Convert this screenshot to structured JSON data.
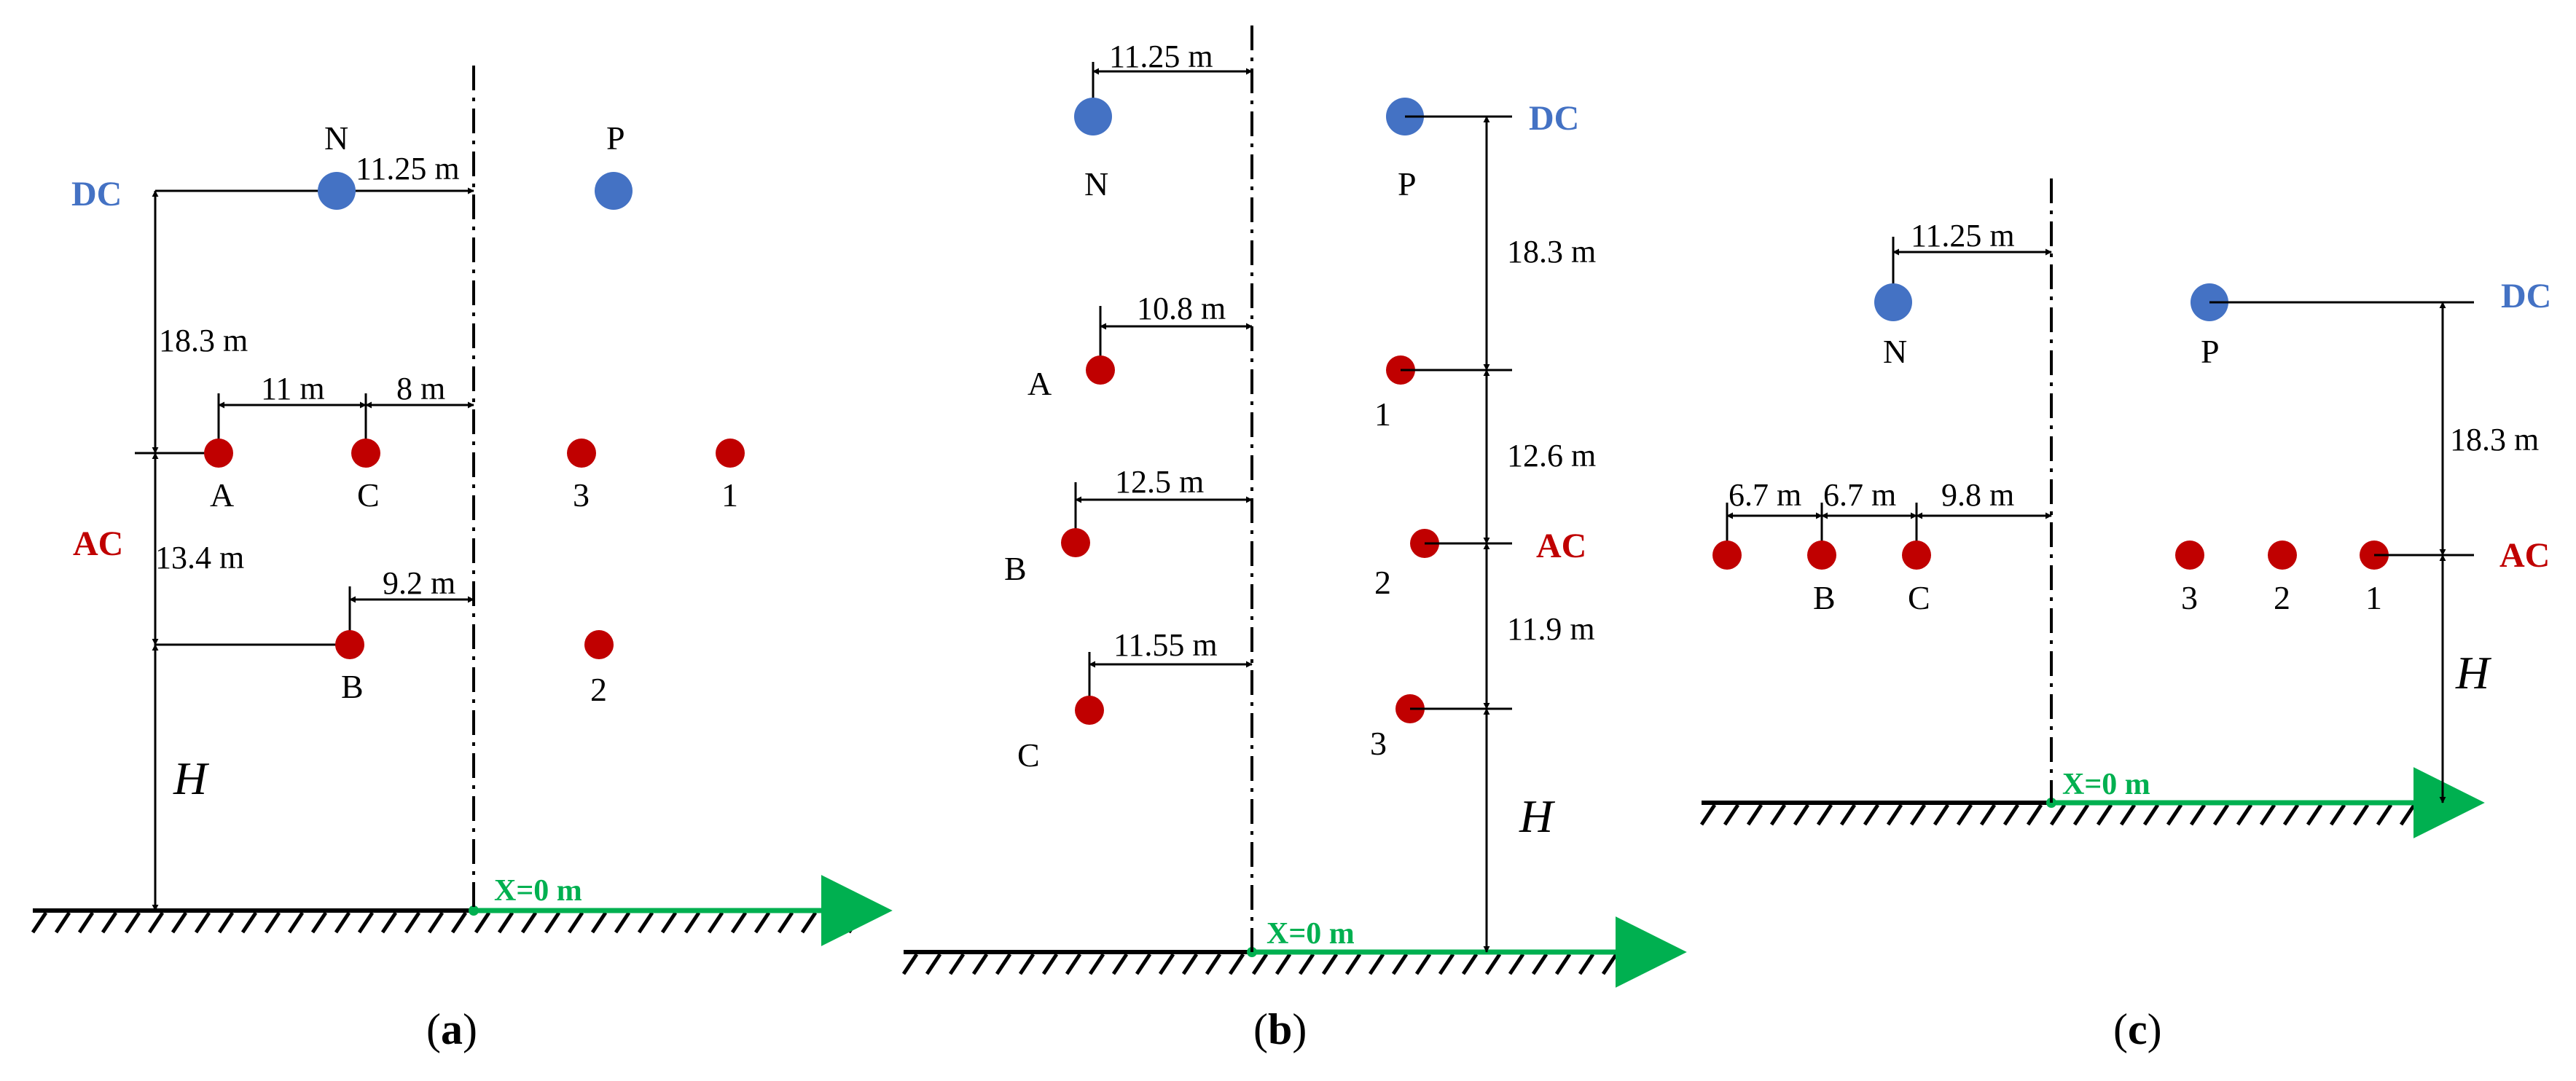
{
  "panels": [
    {
      "id": "a",
      "caption_pre": "(",
      "caption_letter": "a",
      "caption_post": ")",
      "dc_tag": "DC",
      "ac_tag": "AC",
      "h_label": "H",
      "origin_label": "X=0 m",
      "dc_color": "#4472c4",
      "ac_color": "#c00000",
      "origin_color": "#00b050",
      "dims": {
        "dc_offset": "11.25 m",
        "dc_ac_vertical": "18.3 m",
        "a_c_spacing": "11 m",
        "c_center": "8 m",
        "ac_vertical": "13.4 m",
        "b_center": "9.2 m"
      },
      "points": {
        "N": "N",
        "P": "P",
        "A": "A",
        "C": "C",
        "B": "B",
        "p3": "3",
        "p1": "1",
        "p2": "2"
      }
    },
    {
      "id": "b",
      "caption_pre": "(",
      "caption_letter": "b",
      "caption_post": ")",
      "dc_tag": "DC",
      "ac_tag": "AC",
      "h_label": "H",
      "origin_label": "X=0 m",
      "dims": {
        "dc_offset": "11.25 m",
        "dc_ac_vertical": "18.3 m",
        "a_offset": "10.8 m",
        "b_offset": "12.5 m",
        "c_offset": "11.55 m",
        "v_1_2": "12.6 m",
        "v_2_3": "11.9 m"
      },
      "points": {
        "N": "N",
        "P": "P",
        "A": "A",
        "B": "B",
        "C": "C",
        "p1": "1",
        "p2": "2",
        "p3": "3"
      }
    },
    {
      "id": "c",
      "caption_pre": "(",
      "caption_letter": "c",
      "caption_post": ")",
      "dc_tag": "DC",
      "ac_tag": "AC",
      "h_label": "H",
      "origin_label": "X=0 m",
      "dims": {
        "dc_offset": "11.25 m",
        "spacing_1": "6.7 m",
        "spacing_2": "6.7 m",
        "c_center": "9.8 m",
        "dc_ac_vertical": "18.3 m"
      },
      "points": {
        "N": "N",
        "P": "P",
        "B": "B",
        "C": "C",
        "p3": "3",
        "p2": "2",
        "p1": "1"
      }
    }
  ]
}
